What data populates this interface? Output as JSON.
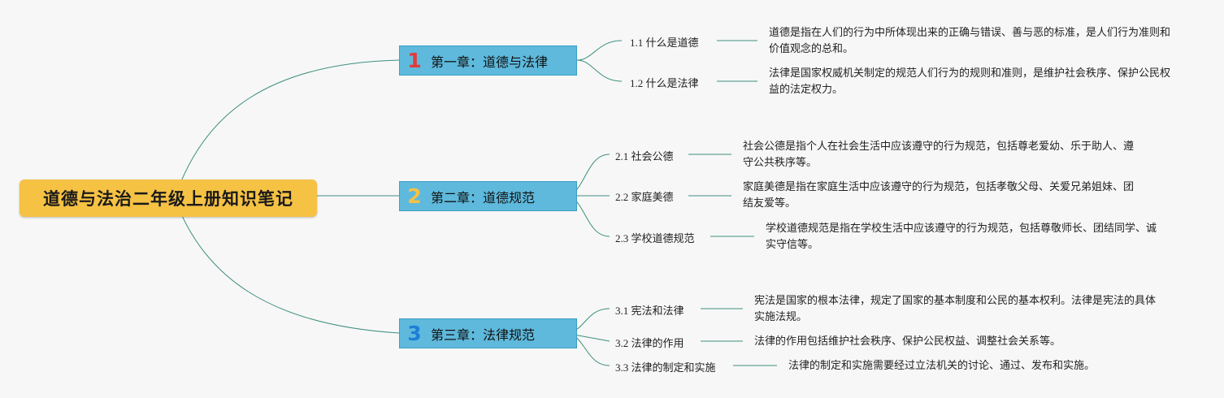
{
  "root": {
    "title": "道德与法治二年级上册知识笔记"
  },
  "chapters": [
    {
      "number": "1",
      "title": "第一章：道德与法律",
      "topics": [
        {
          "label": "1.1 什么是道德",
          "description": "道德是指在人们的行为中所体现出来的正确与错误、善与恶的标准，是人们行为准则和价值观念的总和。"
        },
        {
          "label": "1.2 什么是法律",
          "description": "法律是国家权威机关制定的规范人们行为的规则和准则，是维护社会秩序、保护公民权益的法定权力。"
        }
      ]
    },
    {
      "number": "2",
      "title": "第二章：道德规范",
      "topics": [
        {
          "label": "2.1 社会公德",
          "description": "社会公德是指个人在社会生活中应该遵守的行为规范，包括尊老爱幼、乐于助人、遵守公共秩序等。"
        },
        {
          "label": "2.2 家庭美德",
          "description": "家庭美德是指在家庭生活中应该遵守的行为规范，包括孝敬父母、关爱兄弟姐妹、团结友爱等。"
        },
        {
          "label": "2.3 学校道德规范",
          "description": "学校道德规范是指在学校生活中应该遵守的行为规范，包括尊敬师长、团结同学、诚实守信等。"
        }
      ]
    },
    {
      "number": "3",
      "title": "第三章：法律规范",
      "topics": [
        {
          "label": "3.1 宪法和法律",
          "description": "宪法是国家的根本法律，规定了国家的基本制度和公民的基本权利。法律是宪法的具体实施法规。"
        },
        {
          "label": "3.2 法律的作用",
          "description": "法律的作用包括维护社会秩序、保护公民权益、调整社会关系等。"
        },
        {
          "label": "3.3 法律的制定和实施",
          "description": "法律的制定和实施需要经过立法机关的讨论、通过、发布和实施。"
        }
      ]
    }
  ],
  "colors": {
    "root": "#f6c244",
    "chapter": "#5eb9dc",
    "line": "#3f8f7f"
  }
}
